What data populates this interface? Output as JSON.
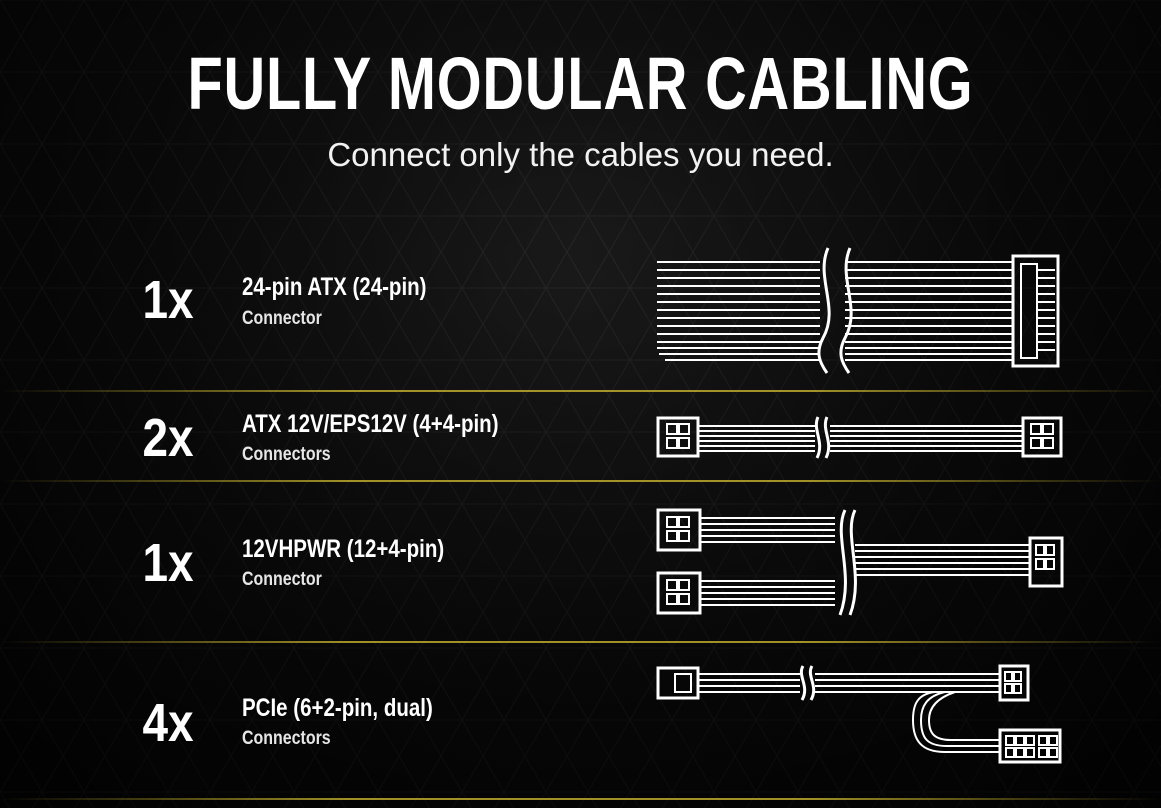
{
  "header": {
    "title": "FULLY MODULAR CABLING",
    "subtitle": "Connect only the cables you need."
  },
  "rows": [
    {
      "qty": "1x",
      "name": "24-pin ATX (24-pin)",
      "sub": "Connector",
      "icon": "atx-24pin-cable-icon"
    },
    {
      "qty": "2x",
      "name": "ATX 12V/EPS12V (4+4-pin)",
      "sub": "Connectors",
      "icon": "eps-cable-icon"
    },
    {
      "qty": "1x",
      "name": "12VHPWR (12+4-pin)",
      "sub": "Connector",
      "icon": "12vhpwr-cable-icon"
    },
    {
      "qty": "4x",
      "name": "PCIe (6+2-pin, dual)",
      "sub": "Connectors",
      "icon": "pcie-dual-cable-icon"
    }
  ],
  "colors": {
    "background": "#0c0c0c",
    "text": "#ffffff",
    "divider": "#d4be30"
  }
}
